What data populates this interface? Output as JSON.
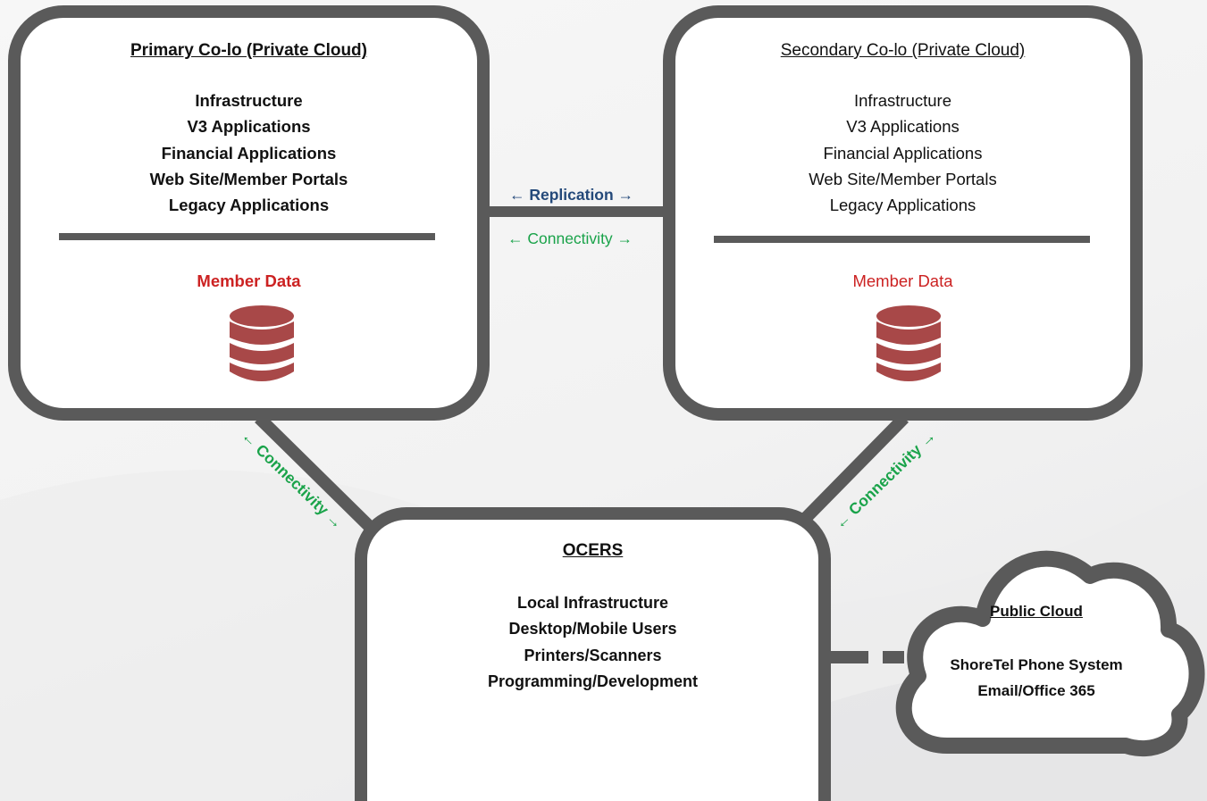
{
  "primary": {
    "title": "Primary Co-lo (Private Cloud)",
    "items": [
      "Infrastructure",
      "V3 Applications",
      "Financial Applications",
      "Web Site/Member Portals",
      "Legacy Applications"
    ],
    "member_data": "Member Data"
  },
  "secondary": {
    "title": "Secondary Co-lo (Private Cloud)",
    "items": [
      "Infrastructure",
      "V3 Applications",
      "Financial Applications",
      "Web Site/Member Portals",
      "Legacy Applications"
    ],
    "member_data": "Member Data"
  },
  "links": {
    "replication": "← Replication →",
    "connectivity_top": "← Connectivity →",
    "connectivity_left": "← Connectivity →",
    "connectivity_right": "← Connectivity →"
  },
  "ocers": {
    "title": "OCERS",
    "items": [
      "Local Infrastructure",
      "Desktop/Mobile Users",
      "Printers/Scanners",
      "Programming/Development"
    ]
  },
  "public_cloud": {
    "title": "Public Cloud",
    "items": [
      "ShoreTel Phone System",
      "Email/Office 365"
    ]
  },
  "colors": {
    "box_border": "#5a5a5a",
    "member_data": "#cc2222",
    "database": "#a84848",
    "connectivity": "#1aa34a",
    "replication": "#24497a"
  }
}
